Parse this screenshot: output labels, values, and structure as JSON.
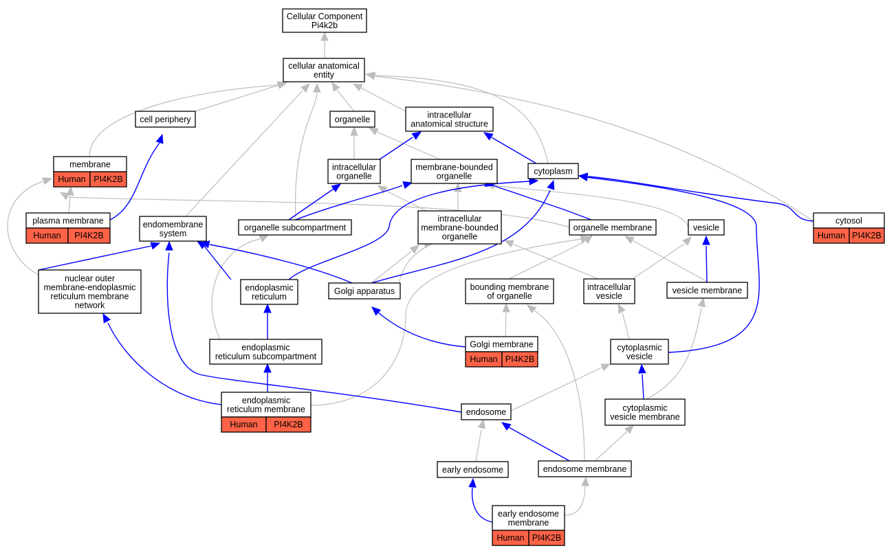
{
  "graph": {
    "nodes": {
      "cc": "Cellular Component\nPi4k2b",
      "cae": "cellular anatomical\nentity",
      "cp": "cell periphery",
      "org": "organelle",
      "ias": "intracellular\nanatomical structure",
      "mem": "membrane",
      "io": "intracellular\norganelle",
      "mbo": "membrane-bounded\norganelle",
      "cyt": "cytoplasm",
      "pm": "plasma membrane",
      "es": "endomembrane\nsystem",
      "os": "organelle subcompartment",
      "imbo": "intracellular\nmembrane-bounded\norganelle",
      "om": "organelle membrane",
      "ves": "vesicle",
      "cytosol": "cytosol",
      "noer": "nuclear outer\nmembrane-endoplasmic\nreticulum membrane\nnetwork",
      "er": "endoplasmic\nreticulum",
      "ga": "Golgi apparatus",
      "bmo": "bounding membrane\nof organelle",
      "iv": "intracellular\nvesicle",
      "vm": "vesicle membrane",
      "gm": "Golgi membrane",
      "cv": "cytoplasmic\nvesicle",
      "ers": "endoplasmic\nreticulum subcompartment",
      "erm": "endoplasmic\nreticulum membrane",
      "endo": "endosome",
      "cvm": "cytoplasmic\nvesicle membrane",
      "ee": "early endosome",
      "em": "endosome membrane",
      "eem": "early endosome\nmembrane"
    },
    "annotation": {
      "species": "Human",
      "gene": "PI4K2B"
    },
    "colors": {
      "annotation_fill": "#ff6347",
      "is_a_edge": "#bdbdbd",
      "part_of_edge": "#0000ff"
    }
  }
}
